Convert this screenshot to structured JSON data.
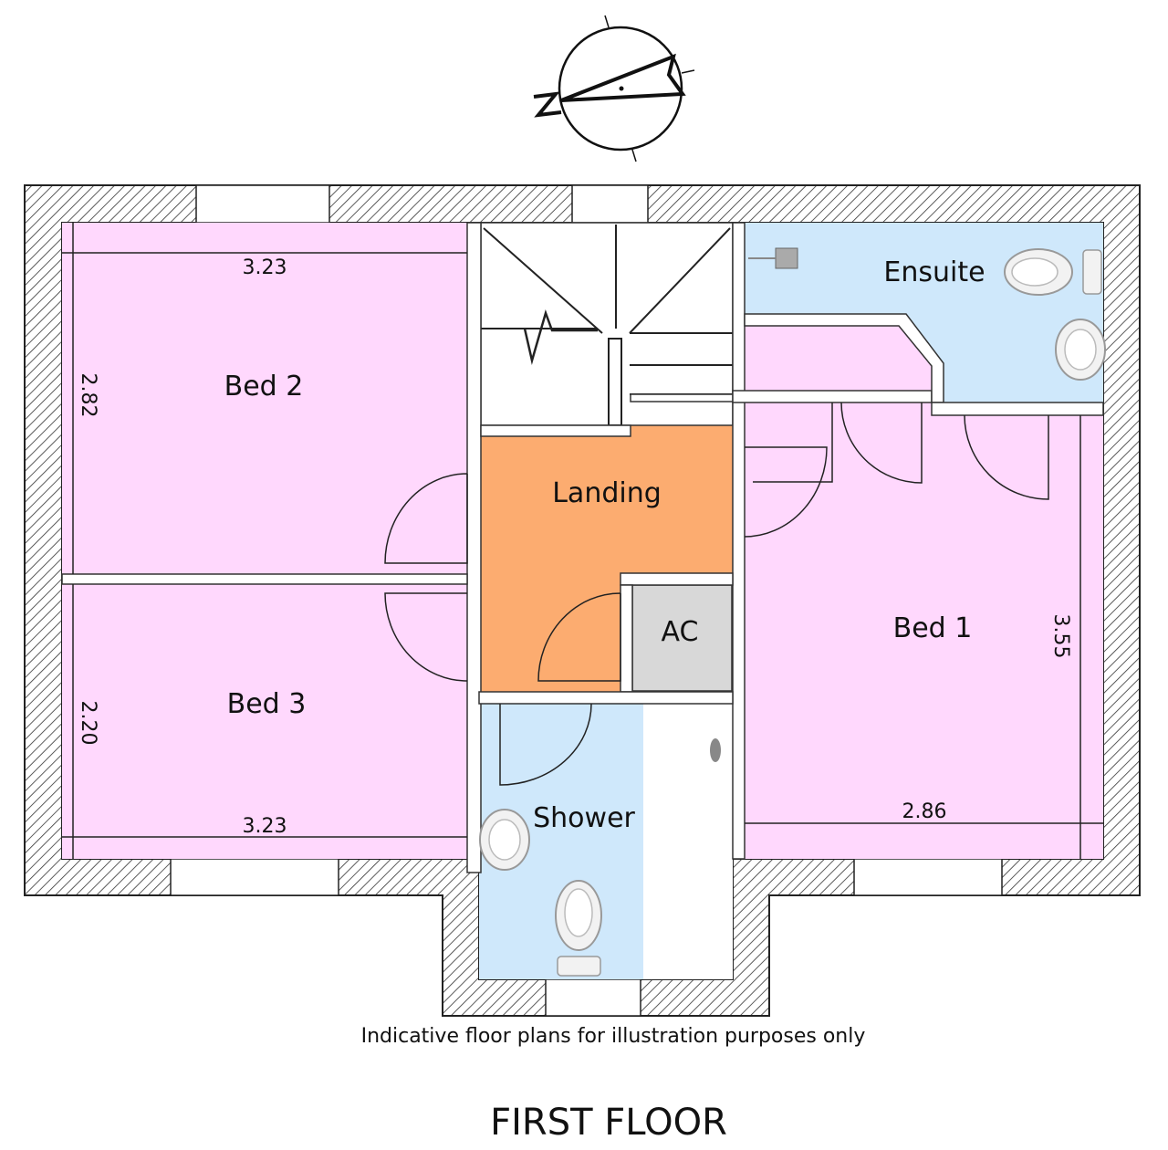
{
  "rooms": {
    "bed2": {
      "label": "Bed 2",
      "width": "3.23",
      "depth": "2.82"
    },
    "bed3": {
      "label": "Bed 3",
      "width": "3.23",
      "depth": "2.20"
    },
    "bed1": {
      "label": "Bed 1",
      "width": "2.86",
      "depth": "3.55"
    },
    "ensuite": {
      "label": "Ensuite"
    },
    "landing": {
      "label": "Landing"
    },
    "ac": {
      "label": "AC"
    },
    "shower": {
      "label": "Shower"
    }
  },
  "disclaimer": "Indicative floor plans for illustration purposes only",
  "title": "FIRST FLOOR",
  "compass_label": "N",
  "colors": {
    "bedroom": "#ffd8fd",
    "wet_room": "#cfe8fb",
    "landing": "#fcac70",
    "cupboard": "#d8d8d8",
    "wall_hatch": "#333333"
  }
}
